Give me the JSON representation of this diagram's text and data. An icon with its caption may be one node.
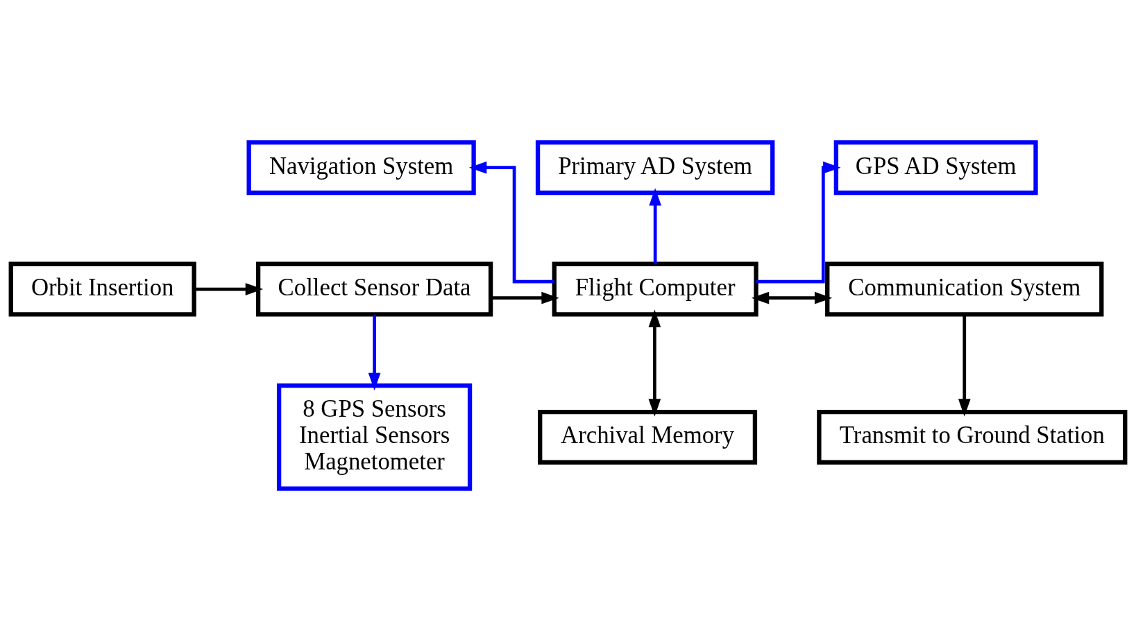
{
  "diagram": {
    "nodes": [
      {
        "text": [
          "Navigation System"
        ]
      },
      {
        "text": [
          "Primary AD System"
        ]
      },
      {
        "text": [
          "GPS AD System"
        ]
      },
      {
        "text": [
          "Orbit Insertion"
        ]
      },
      {
        "text": [
          "Collect Sensor Data"
        ]
      },
      {
        "text": [
          "Flight Computer"
        ]
      },
      {
        "text": [
          "Communication System"
        ]
      },
      {
        "text": [
          "8 GPS Sensors",
          "Inertial Sensors",
          "Magnetometer"
        ]
      },
      {
        "text": [
          "Archival Memory"
        ]
      },
      {
        "text": [
          "Transmit to Ground Station"
        ]
      }
    ],
    "edges": [
      {
        "from": 3,
        "to": 4,
        "arrow": "to"
      },
      {
        "from": 4,
        "to": 5,
        "arrow": "to"
      },
      {
        "from": 5,
        "to": 6,
        "arrow": "both"
      },
      {
        "from": 5,
        "to": 0,
        "arrow": "to",
        "color": "#0000ff"
      },
      {
        "from": 5,
        "to": 1,
        "arrow": "to",
        "color": "#0000ff"
      },
      {
        "from": 5,
        "to": 2,
        "arrow": "to",
        "color": "#0000ff"
      },
      {
        "from": 4,
        "to": 7,
        "arrow": "to",
        "color": "#0000ff"
      },
      {
        "from": 5,
        "to": 8,
        "arrow": "both"
      },
      {
        "from": 6,
        "to": 9,
        "arrow": "to"
      }
    ]
  }
}
